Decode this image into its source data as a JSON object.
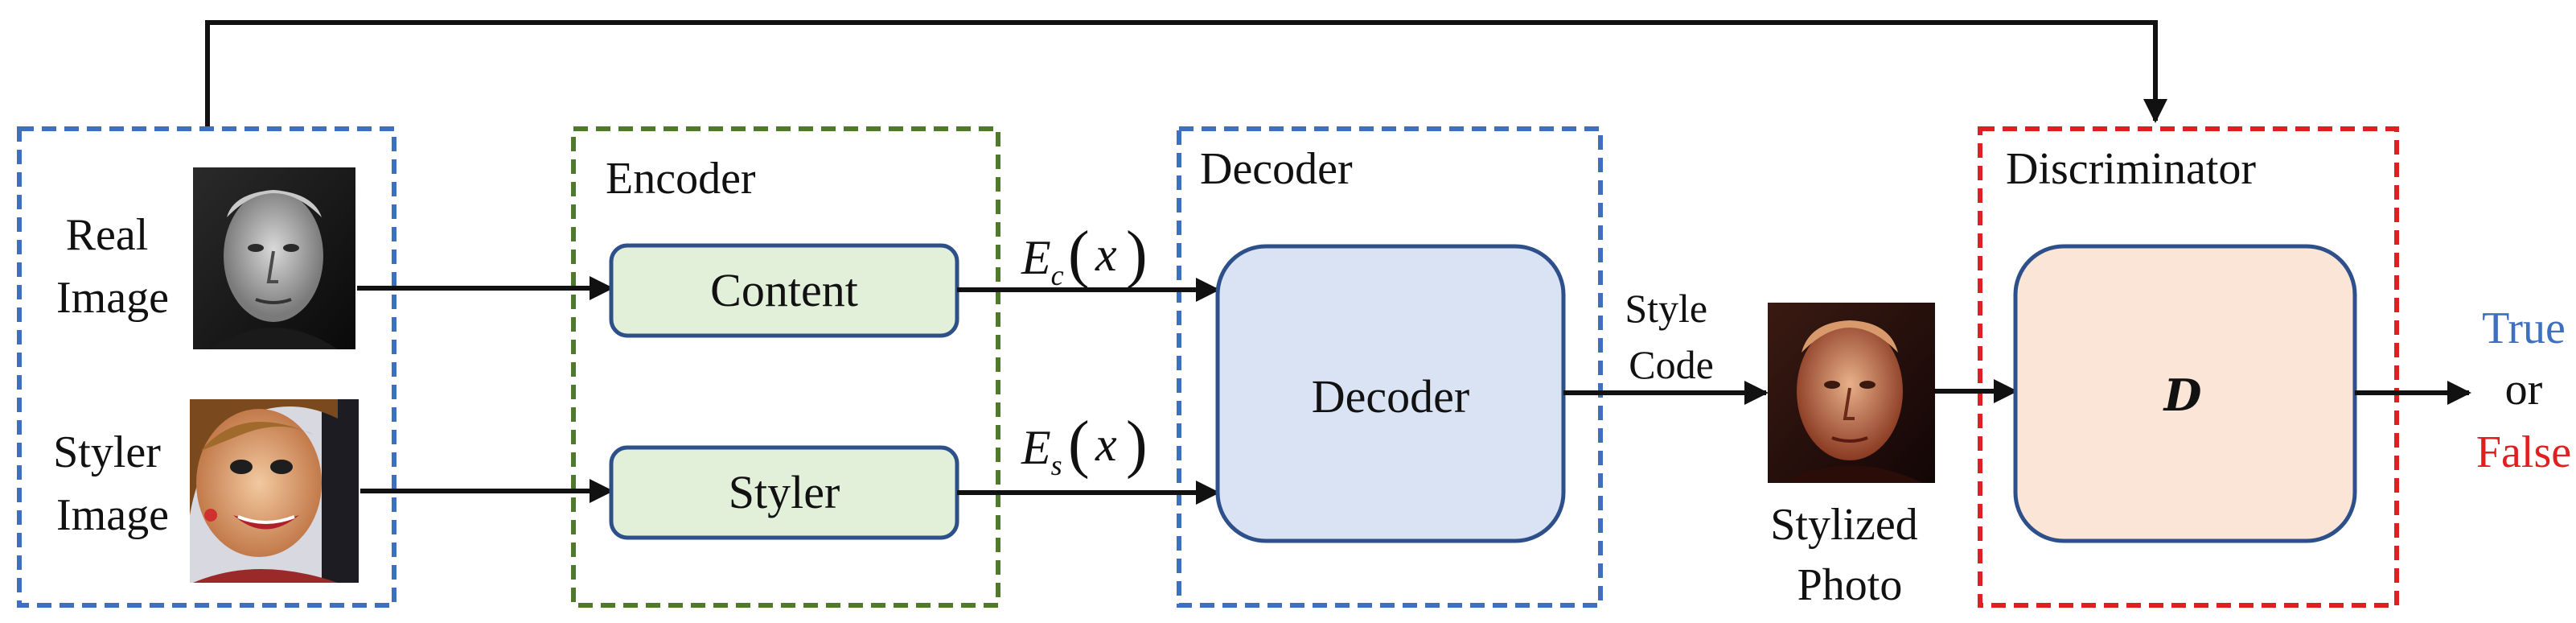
{
  "inputs": {
    "real_label_line1": "Real",
    "real_label_line2": "Image",
    "styler_label_line1": "Styler",
    "styler_label_line2": "Image"
  },
  "encoder": {
    "title": "Encoder",
    "content_label": "Content",
    "styler_label": "Styler"
  },
  "edges": {
    "ec_main": "E",
    "ec_sub": "c",
    "es_main": "E",
    "es_sub": "s",
    "arg": "x",
    "style_code_line1": "Style",
    "style_code_line2": "Code"
  },
  "decoder": {
    "title": "Decoder",
    "block_label": "Decoder"
  },
  "output": {
    "label_line1": "Stylized",
    "label_line2": "Photo"
  },
  "discriminator": {
    "title": "Discriminator",
    "block_label": "D"
  },
  "result": {
    "true_label": "True",
    "or_label": "or",
    "false_label": "False"
  },
  "colors": {
    "blue_dashed": "#3f6fbf",
    "green_dashed": "#4f7a2a",
    "red_dashed": "#e02020",
    "box_stroke": "#2d4f8a",
    "content_fill": "#e2f0d9",
    "decoder_fill": "#dae3f3",
    "disc_fill": "#fbe5d6",
    "true_color": "#3f6fbf",
    "false_color": "#e02020"
  }
}
